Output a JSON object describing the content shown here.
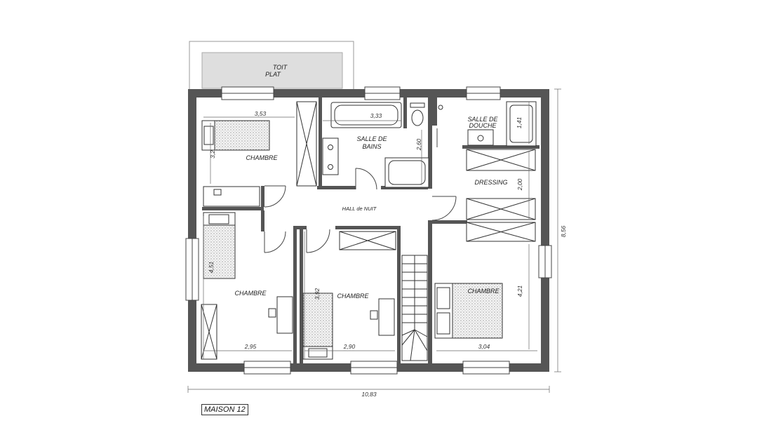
{
  "plan_title": "MAISON 12",
  "rooms": {
    "roof": [
      "TOIT",
      "PLAT"
    ],
    "bedroom_nw": "CHAMBRE",
    "bathroom": [
      "SALLE DE",
      "BAINS"
    ],
    "shower_room": [
      "SALLE DE",
      "DOUCHE"
    ],
    "dressing": "DRESSING",
    "hall": "HALL de NUIT",
    "bedroom_sw": "CHAMBRE",
    "bedroom_s": "CHAMBRE",
    "bedroom_se": "CHAMBRE"
  },
  "dimensions": {
    "bedroom_nw_width": "3,53",
    "bedroom_nw_depth": "3,2",
    "bath_width": "3,33",
    "bath_depth": "2,60",
    "shower_depth": "1,41",
    "dressing_depth": "2,00",
    "bedroom_sw_depth": "4,51",
    "bedroom_sw_width": "2,95",
    "bedroom_s_depth": "3,92",
    "bedroom_s_width": "2,90",
    "bedroom_se_depth": "4,21",
    "bedroom_se_width": "3,04",
    "total_width": "10,83",
    "total_depth": "8,56"
  }
}
